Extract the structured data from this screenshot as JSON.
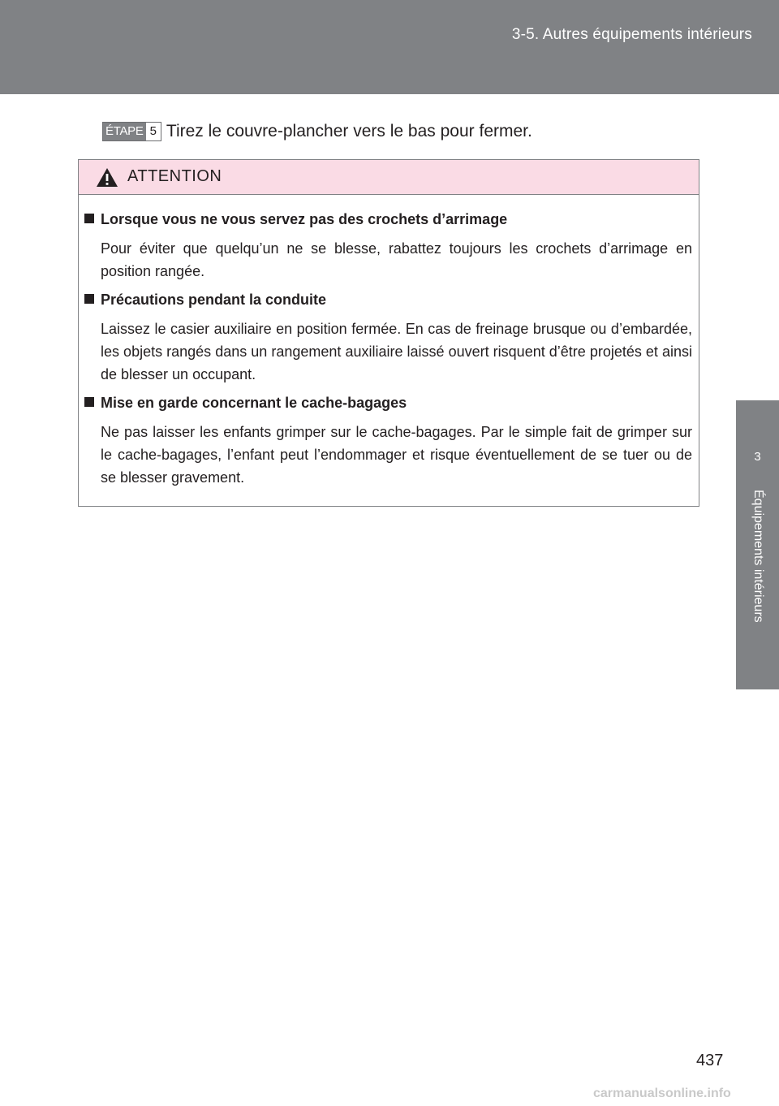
{
  "header": {
    "section_title": "3-5. Autres équipements intérieurs",
    "background_color": "#808285"
  },
  "side_tab": {
    "chapter_number": "3",
    "chapter_label": "Équipements intérieurs"
  },
  "step": {
    "badge_label": "ÉTAPE",
    "badge_number": "5",
    "text": "Tirez le couvre-plancher vers le bas pour fermer."
  },
  "warning": {
    "icon": "warning-triangle-icon",
    "title": "ATTENTION",
    "header_color": "#fadbe5",
    "items": [
      {
        "heading": "Lorsque vous ne vous servez pas des crochets d’arrimage",
        "text": "Pour éviter que quelqu’un ne se blesse, rabattez toujours les crochets d’arrimage en position rangée."
      },
      {
        "heading": "Précautions pendant la conduite",
        "text": "Laissez le casier auxiliaire en position fermée. En cas de freinage brusque ou d’embardée, les objets rangés dans un rangement auxiliaire laissé ouvert risquent d’être projetés et ainsi de blesser un occupant."
      },
      {
        "heading": "Mise en garde concernant le cache-bagages",
        "text": "Ne pas laisser les enfants grimper sur le cache-bagages. Par le simple fait de grimper sur le cache-bagages, l’enfant peut l’endommager et risque éventuellement de se tuer ou de se blesser gravement."
      }
    ]
  },
  "page_number": "437",
  "watermark": "carmanualsonline.info"
}
